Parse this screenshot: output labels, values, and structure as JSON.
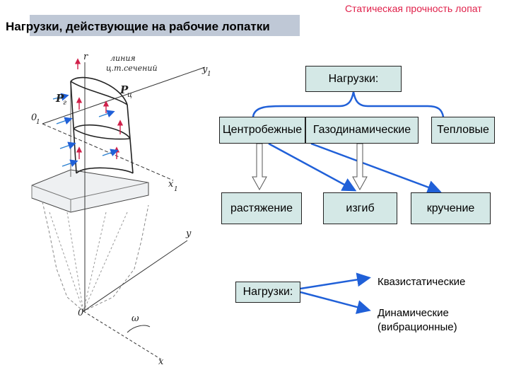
{
  "header": {
    "section": "Статическая прочность лопат"
  },
  "title": "Нагрузки, действующие на рабочие лопатки",
  "drawing": {
    "labels": {
      "r": "r",
      "line1": "линия",
      "line2": "ц.m.сечений",
      "y1": "y",
      "y1_sub": "1",
      "pg": "P",
      "pg_sub": "г",
      "pc": "P",
      "pc_sub": "ц",
      "o1": "0",
      "o1_sub": "1",
      "x1": "x",
      "x1_sub": "1",
      "y": "y",
      "o": "0",
      "omega": "ω",
      "x": "x"
    }
  },
  "tree": {
    "root": "Нагрузки:",
    "cat_centrifugal": "Центробежные",
    "cat_gasdynamic": "Газодинамические",
    "cat_thermal": "Тепловые",
    "eff_tension": "растяжение",
    "eff_bending": "изгиб",
    "eff_torsion": "кручение"
  },
  "bottom": {
    "root": "Нагрузки:",
    "quasi": "Квазистатические",
    "dynamic_1": "Динамические",
    "dynamic_2": "(вибрационные)"
  },
  "colors": {
    "accent_red": "#e0204a",
    "box_fill": "#d4e8e6",
    "arrow_blue": "#2060d8",
    "title_bar": "#bfc8d6"
  }
}
